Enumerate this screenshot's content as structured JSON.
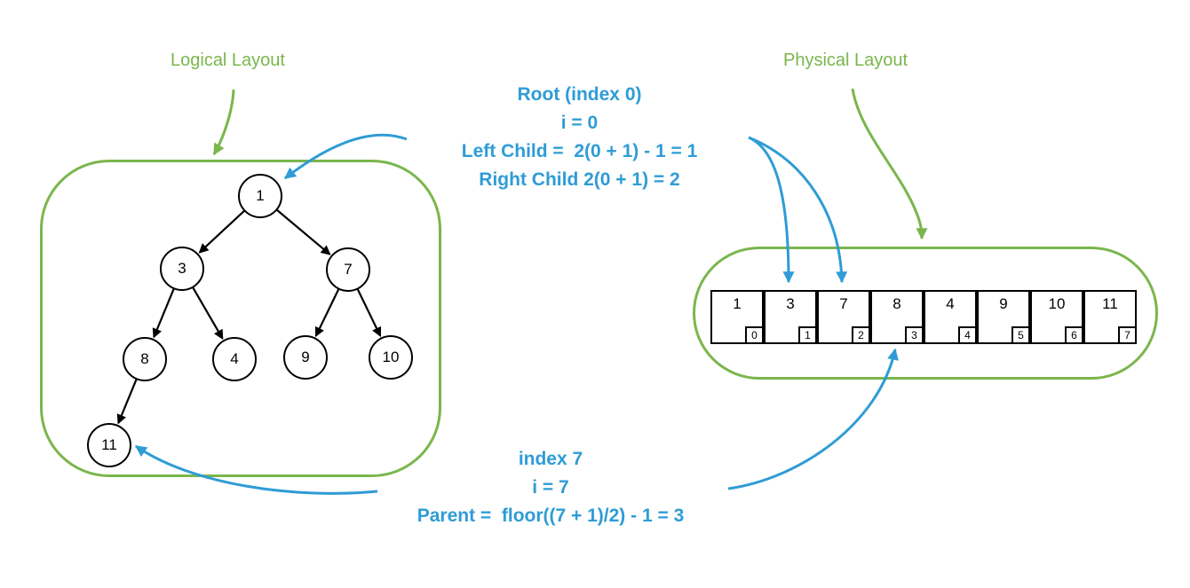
{
  "colors": {
    "accent_green": "#7ab64c",
    "accent_blue": "#2f9cd6",
    "diagram_black": "#000000",
    "background": "#ffffff"
  },
  "labels": {
    "logical": "Logical Layout",
    "physical": "Physical Layout"
  },
  "annotations": {
    "root": {
      "line1": "Root (index 0)",
      "line2": "i = 0",
      "line3": "Left Child =  2(0 + 1) - 1 = 1",
      "line4": "Right Child 2(0 + 1) = 2"
    },
    "leaf": {
      "line1": "index 7",
      "line2": "i = 7",
      "line3": "Parent =  floor((7 + 1)/2) - 1 = 3"
    }
  },
  "tree": {
    "nodes": [
      {
        "value": "1"
      },
      {
        "value": "3"
      },
      {
        "value": "7"
      },
      {
        "value": "8"
      },
      {
        "value": "4"
      },
      {
        "value": "9"
      },
      {
        "value": "10"
      },
      {
        "value": "11"
      }
    ],
    "edges": [
      [
        "1",
        "3"
      ],
      [
        "1",
        "7"
      ],
      [
        "3",
        "8"
      ],
      [
        "3",
        "4"
      ],
      [
        "7",
        "9"
      ],
      [
        "7",
        "10"
      ],
      [
        "8",
        "11"
      ]
    ]
  },
  "array": {
    "cells": [
      {
        "value": "1",
        "index": "0"
      },
      {
        "value": "3",
        "index": "1"
      },
      {
        "value": "7",
        "index": "2"
      },
      {
        "value": "8",
        "index": "3"
      },
      {
        "value": "4",
        "index": "4"
      },
      {
        "value": "9",
        "index": "5"
      },
      {
        "value": "10",
        "index": "6"
      },
      {
        "value": "11",
        "index": "7"
      }
    ]
  }
}
